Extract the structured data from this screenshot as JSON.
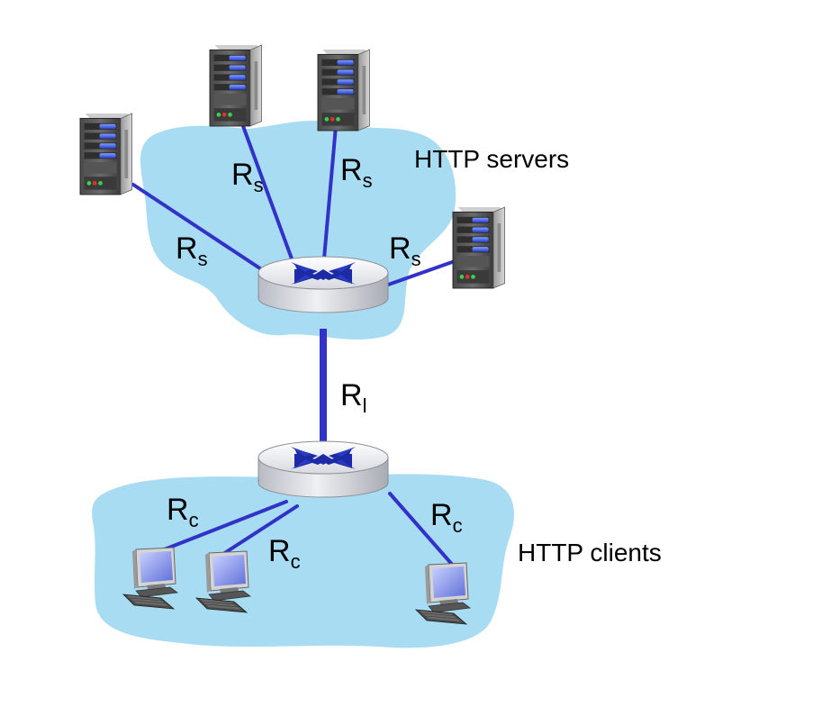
{
  "labels": {
    "servers_caption": "HTTP servers",
    "clients_caption": "HTTP clients",
    "rate_main": "R",
    "server_link_sub": "s",
    "access_link_sub": "l",
    "client_link_sub": "c"
  },
  "colors": {
    "cloud": "#a8dcf3",
    "link": "#3232c8",
    "router_body": "#d9dce2",
    "router_arrows": "#1c2aa6"
  },
  "icons": {
    "server": "server-tower-icon",
    "router": "router-icon",
    "client": "desktop-computer-icon"
  }
}
